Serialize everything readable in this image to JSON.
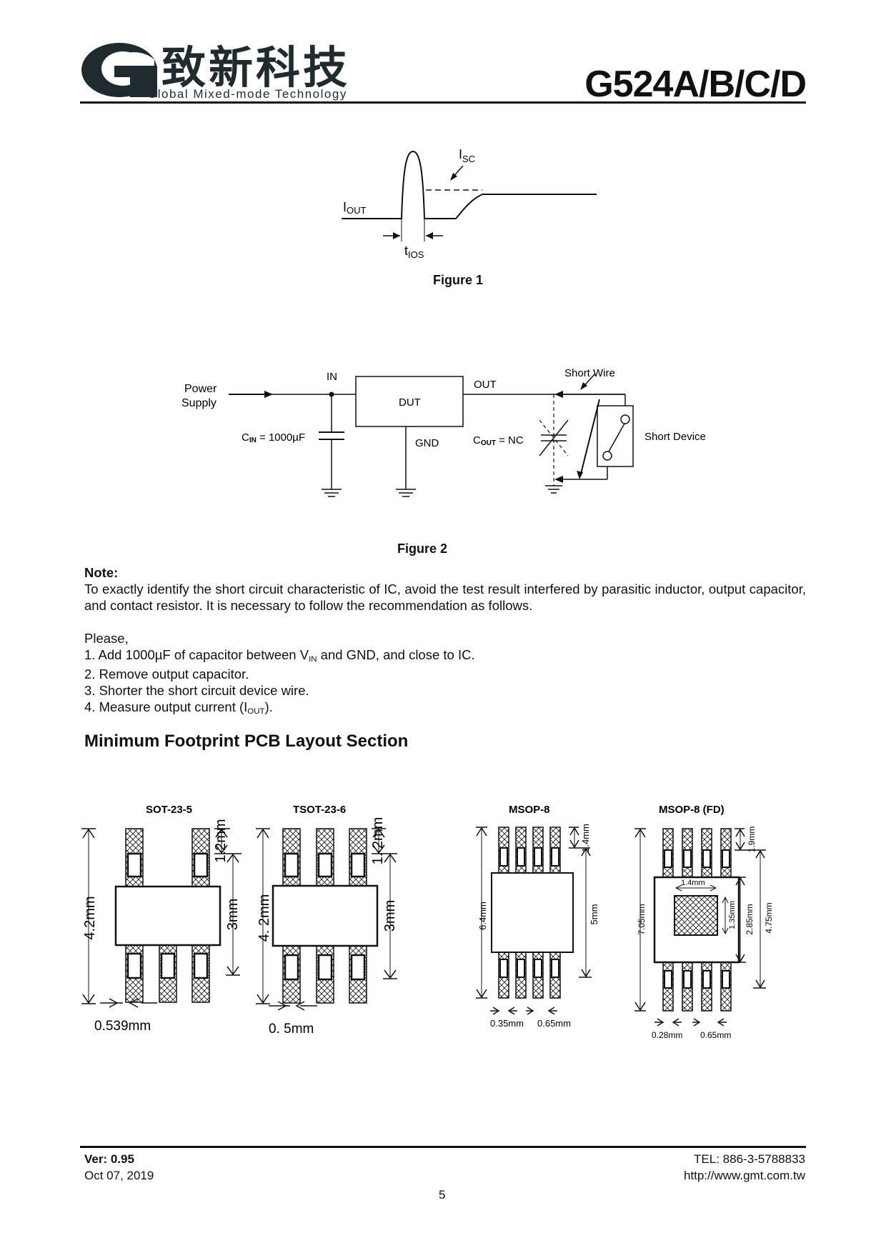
{
  "header": {
    "brand_cn": "致新科技",
    "brand_en": "Global Mixed-mode Technology",
    "part_number": "G524A/B/C/D"
  },
  "figure1": {
    "label_iout": "I",
    "label_iout_sub": "OUT",
    "label_isc": "I",
    "label_isc_sub": "SC",
    "label_tios": "t",
    "label_tios_sub": "IOS",
    "caption": "Figure 1"
  },
  "figure2": {
    "power_supply_1": "Power",
    "power_supply_2": "Supply",
    "in": "IN",
    "dut": "DUT",
    "out": "OUT",
    "gnd": "GND",
    "cin": "C",
    "cin_sub": "IN",
    "cin_val": " = 1000µF",
    "cout": "C",
    "cout_sub": "OUT",
    "cout_val": " = NC",
    "short_wire": "Short Wire",
    "short_device": "Short Device",
    "caption": "Figure 2"
  },
  "note": {
    "heading": "Note:",
    "body": "To exactly identify the short circuit characteristic of IC, avoid the test result interfered by parasitic inductor, output capacitor, and contact resistor. It is necessary to follow the recommendation as follows.",
    "please": "Please,",
    "item1_a": "1. Add 1000µF of capacitor between V",
    "item1_sub": "IN",
    "item1_b": " and GND, and close to IC.",
    "item2": "2. Remove output capacitor.",
    "item3": "3. Shorter the short circuit device wire.",
    "item4_a": "4. Measure output current (I",
    "item4_sub": "OUT",
    "item4_b": ")."
  },
  "pcb": {
    "section_title": "Minimum Footprint PCB Layout Section",
    "packages": [
      {
        "name": "SOT-23-5",
        "total": "4.2mm",
        "pad": "1.2mm",
        "body": "3mm",
        "pitch": "0.539mm"
      },
      {
        "name": "TSOT-23-6",
        "total": "4. 2mm",
        "pad": "1. 2mm",
        "body": "3mm",
        "pitch": "0. 5mm"
      },
      {
        "name": "MSOP-8",
        "total": "6.4mm",
        "pad": "1.4mm",
        "body": "5mm",
        "width": "0.35mm",
        "pitch": "0.65mm"
      },
      {
        "name": "MSOP-8 (FD)",
        "total": "7.05mm",
        "pad": "1.9mm",
        "body": "4.75mm",
        "ep_w": "1.4mm",
        "ep_h": "1.35mm",
        "inner": "2.85mm",
        "width": "0.28mm",
        "pitch": "0.65mm"
      }
    ]
  },
  "footer": {
    "version": "Ver: 0.95",
    "date": "Oct 07, 2019",
    "tel": "TEL: 886-3-5788833",
    "url": "http://www.gmt.com.tw",
    "page": "5"
  }
}
